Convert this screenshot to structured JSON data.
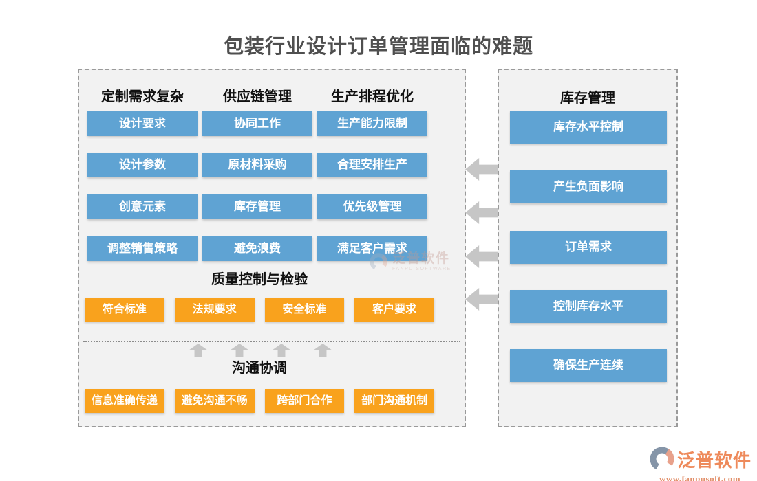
{
  "title": "包装行业设计订单管理面临的难题",
  "main": {
    "columns": [
      {
        "header": "定制需求复杂",
        "items": [
          "设计要求",
          "设计参数",
          "创意元素",
          "调整销售策略"
        ]
      },
      {
        "header": "供应链管理",
        "items": [
          "协同工作",
          "原材料采购",
          "库存管理",
          "避免浪费"
        ]
      },
      {
        "header": "生产排程优化",
        "items": [
          "生产能力限制",
          "合理安排生产",
          "优先级管理",
          "满足客户需求"
        ]
      }
    ],
    "quality": {
      "header": "质量控制与检验",
      "items": [
        "符合标准",
        "法规要求",
        "安全标准",
        "客户要求"
      ]
    },
    "communication": {
      "header": "沟通协调",
      "items": [
        "信息准确传递",
        "避免沟通不畅",
        "跨部门合作",
        "部门沟通机制"
      ]
    }
  },
  "side": {
    "header": "库存管理",
    "items": [
      "库存水平控制",
      "产生负面影响",
      "订单需求",
      "控制库存水平",
      "确保生产连续"
    ]
  },
  "watermark": {
    "name": "泛普软件",
    "subname": "FANPU SOFTWARE"
  },
  "brand": {
    "name": "泛普软件",
    "url": "www.fanpusoft.com"
  },
  "colors": {
    "blue": "#5fa3d3",
    "orange": "#f9a21d",
    "arrow_gray": "#c6c6c6",
    "panel_bg": "#f2f2f2",
    "title_gray": "#4f4f4f",
    "brand_orange": "#ee8a5b"
  }
}
